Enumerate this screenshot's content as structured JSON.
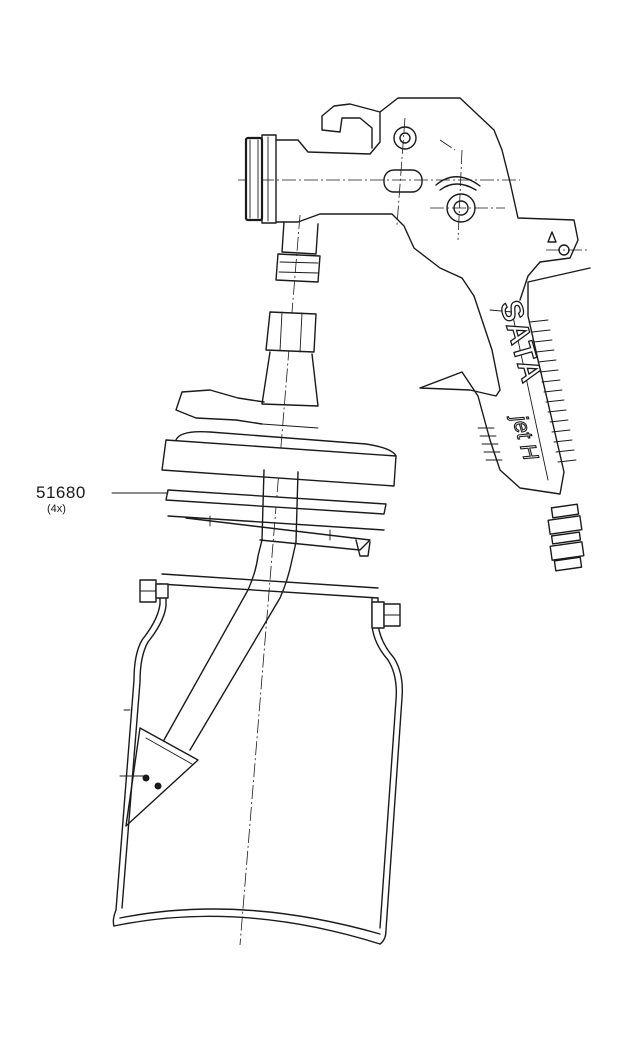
{
  "callout": {
    "part_number": "51680",
    "quantity": "(4x)"
  },
  "brand_text": "SATA",
  "model_text": "jet H"
}
